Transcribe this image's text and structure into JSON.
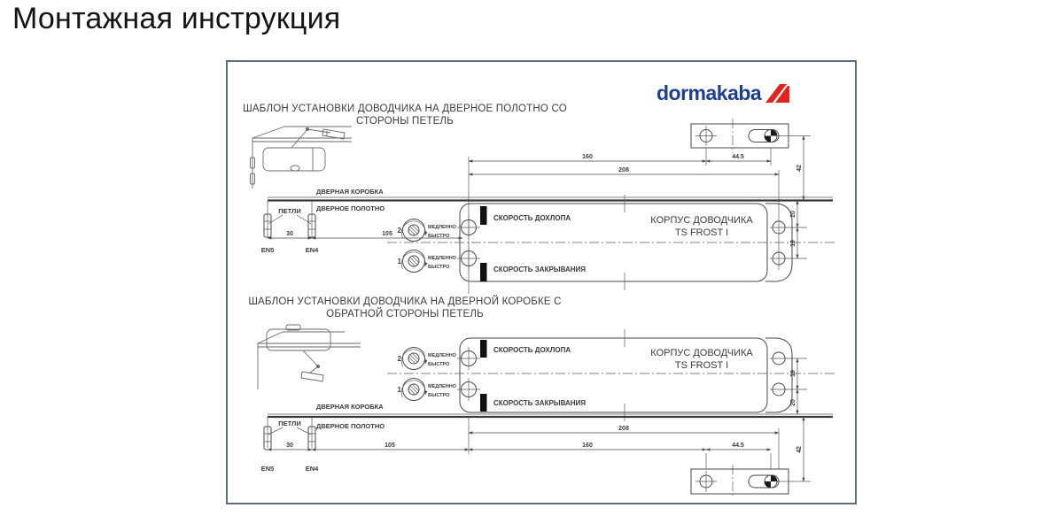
{
  "page": {
    "title": "Монтажная инструкция"
  },
  "brand": {
    "wordmark": "dormakaba",
    "wordmark_color": "#1f3e92",
    "mark_color": "#e2231f"
  },
  "sections": [
    {
      "title_line1": "ШАБЛОН УСТАНОВКИ ДОВОДЧИКА НА ДВЕРНОЕ ПОЛОТНО СО",
      "title_line2": "СТОРОНЫ ПЕТЕЛЬ"
    },
    {
      "title_line1": "ШАБЛОН УСТАНОВКИ ДОВОДЧИКА НА ДВЕРНОЙ КОРОБКЕ С",
      "title_line2": "ОБРАТНОЙ СТОРОНЫ ПЕТЕЛЬ"
    }
  ],
  "labels": {
    "door_frame": "ДВЕРНАЯ КОРОБКА",
    "door_leaf": "ДВЕРНОЕ ПОЛОТНО",
    "hinges": "ПЕТЛИ",
    "class_left": "EN5",
    "class_right": "EN4",
    "latch_speed": "СКОРОСТЬ ДОХЛОПА",
    "closing_speed": "СКОРОСТЬ ЗАКРЫВАНИЯ",
    "body_name": "КОРПУС ДОВОДЧИКА",
    "body_model": "TS FROST I",
    "valve_top": "2",
    "valve_bottom": "1",
    "slow": "МЕДЛЕННО",
    "fast": "БЫСТРО"
  },
  "dimensions": {
    "hinge_spacing": "30",
    "hinge_to_body": "105",
    "hole_span": "160",
    "body_span": "208",
    "plate_span": "44.5",
    "frame_offset": "42",
    "edge_to_hole": "20",
    "hole_gap": "19"
  }
}
